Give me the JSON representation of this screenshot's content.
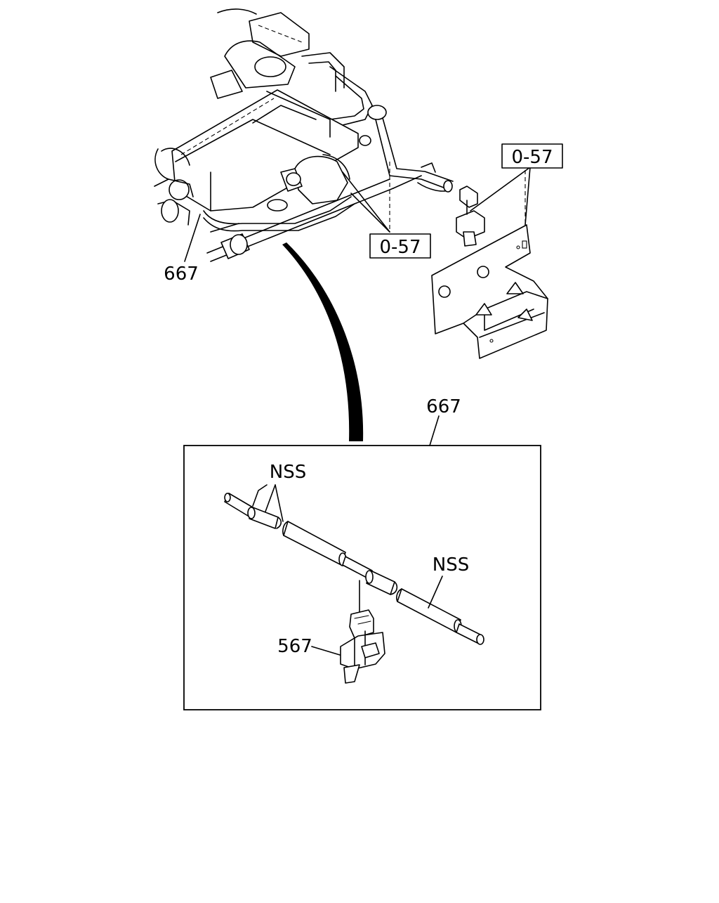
{
  "callouts": {
    "ref_box_lower": "0-57",
    "ref_box_upper": "0-57",
    "part_top": "667",
    "part_detail": "667",
    "nss_upper": "NSS",
    "nss_lower": "NSS",
    "clip_part": "567"
  }
}
